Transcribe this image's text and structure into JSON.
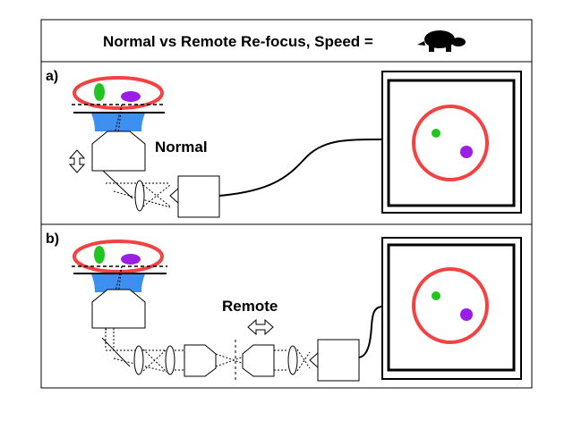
{
  "title": {
    "text": "Normal vs Remote Re-focus, Speed =",
    "speed_icon": "turtle-icon"
  },
  "panel_a": {
    "label": "a)",
    "mode_label": "Normal"
  },
  "panel_b": {
    "label": "b)",
    "mode_label": "Remote"
  },
  "colors": {
    "ring": "#f44242",
    "immersion": "#3d8ff0",
    "green_sample": "#22c422",
    "purple_sample": "#9a1ee6",
    "line": "#000000"
  }
}
